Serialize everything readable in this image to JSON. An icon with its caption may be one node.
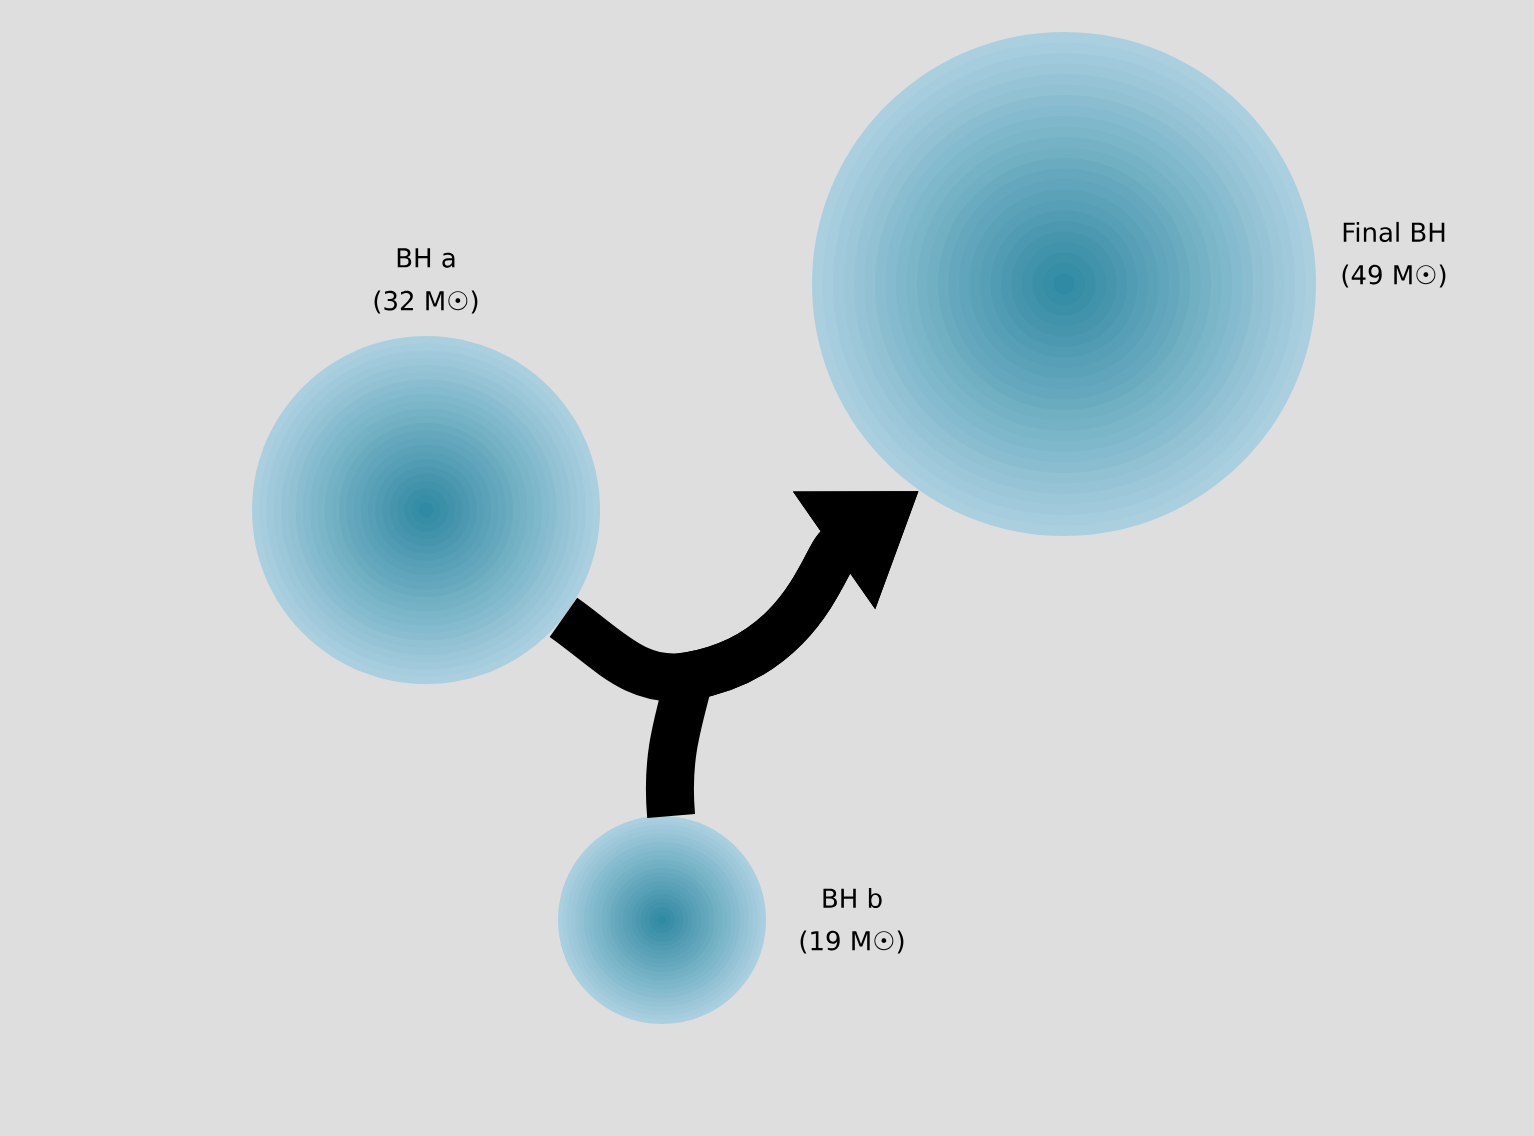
{
  "diagram": {
    "nodes": [
      {
        "text": [],
        "shape": "circle",
        "beside": [
          "BH a",
          "(32 M☉)"
        ]
      },
      {
        "text": [],
        "shape": "circle",
        "beside": [
          "BH b",
          "(19 M☉)"
        ]
      },
      {
        "text": [],
        "shape": "circle",
        "beside": [
          "Final BH",
          "(49 M☉)"
        ]
      }
    ],
    "edges": [
      {
        "from": 0,
        "to": 2,
        "arrow": "to"
      },
      {
        "from": 1,
        "to": 2,
        "arrow": "to"
      }
    ]
  }
}
